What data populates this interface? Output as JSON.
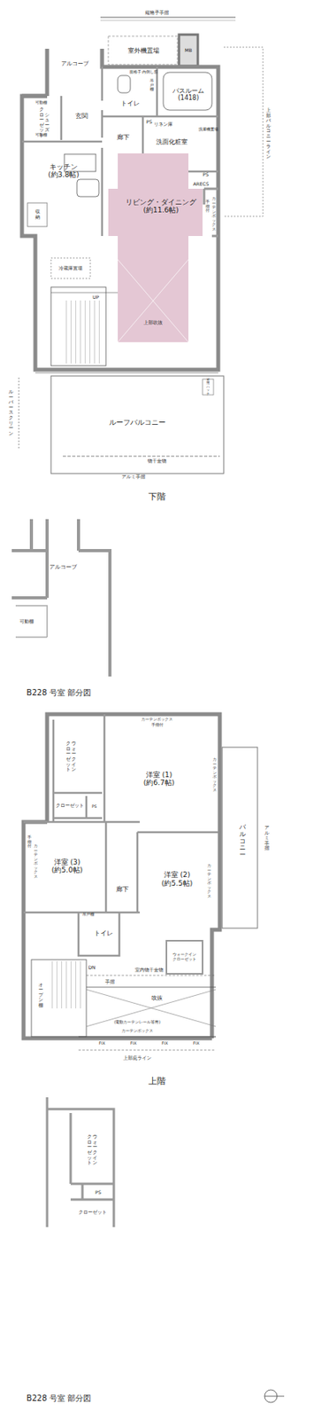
{
  "diagram": {
    "nodes": [
      {
        "text": [
          "室外機置場"
        ]
      },
      {
        "text": [
          "MB"
        ]
      },
      {
        "text": [
          "トイレ"
        ]
      },
      {
        "text": [
          "バスルーム",
          "(1418)"
        ]
      },
      {
        "text": [
          "玄関"
        ]
      },
      {
        "text": [
          "シューズ",
          "クローゼット"
        ]
      },
      {
        "text": [
          "廊下"
        ]
      },
      {
        "text": [
          "洗面化粧室"
        ]
      },
      {
        "text": [
          "洗濯機置場"
        ]
      },
      {
        "text": [
          "キッチン",
          "(約3.8帖)"
        ]
      },
      {
        "text": [
          "収納"
        ]
      },
      {
        "text": [
          "冷蔵庫置場"
        ]
      },
      {
        "text": [
          "リビング・ダイニング",
          "(約11.6帖)"
        ]
      },
      {
        "text": [
          "ルーフバルコニー"
        ]
      },
      {
        "text": [
          "洋室 (1)",
          "(約6.7帖)"
        ]
      },
      {
        "text": [
          "ウォークイン",
          "クローゼット"
        ]
      },
      {
        "text": [
          "クローゼット"
        ]
      },
      {
        "text": [
          "PS"
        ]
      },
      {
        "text": [
          "洋室 (3)",
          "(約5.0帖)"
        ]
      },
      {
        "text": [
          "洋室 (2)",
          "(約5.5帖)"
        ]
      },
      {
        "text": [
          "廊下"
        ]
      },
      {
        "text": [
          "トイレ"
        ]
      },
      {
        "text": [
          "オープン棚"
        ]
      },
      {
        "text": [
          "ウォークイン",
          "クローゼット"
        ]
      },
      {
        "text": [
          "バルコニー"
        ]
      },
      {
        "text": [
          "ウォークイン",
          "クローゼット"
        ]
      },
      {
        "text": [
          "PS"
        ]
      },
      {
        "text": [
          "クローゼット"
        ]
      }
    ],
    "labels": [
      "縦格子手摺",
      "面格子 内倒し窓",
      "アルコーブ",
      "吊戸棚",
      "PS",
      "リネン庫",
      "PS",
      "ARECS",
      "カーテンボックス",
      "手摺付",
      "可動棚",
      "可動棚",
      "UP",
      "上部吹抜",
      "上部バルコニーライン",
      "ルーバースクリーン",
      "物干金物",
      "アルミ手摺",
      "避難ハッチ",
      "下階",
      "アルコーブ",
      "可動棚",
      "B228 号室 部分図",
      "カーテンボックス",
      "手摺付",
      "カーテンボックス",
      "カーテンボックス",
      "アルミ手摺",
      "手摺付",
      "カーテンボックス",
      "吊戸棚",
      "DN",
      "室内物干金物",
      "手摺",
      "吹抜",
      "(電動カーテンレール等用)",
      "カーテンボックス",
      "FIX",
      "FIX",
      "FIX",
      "FIX",
      "上部庇ライン",
      "上階",
      "B228 号室 部分図"
    ]
  }
}
